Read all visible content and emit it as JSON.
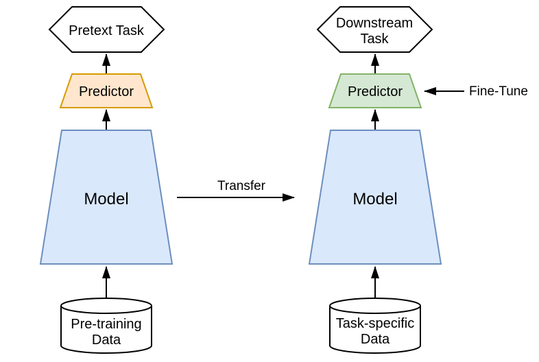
{
  "diagram": {
    "pretext_pipeline": {
      "task_label": "Pretext Task",
      "predictor_label": "Predictor",
      "model_label": "Model",
      "data_label_line1": "Pre-training",
      "data_label_line2": "Data"
    },
    "downstream_pipeline": {
      "task_label_line1": "Downstream",
      "task_label_line2": "Task",
      "predictor_label": "Predictor",
      "model_label": "Model",
      "data_label_line1": "Task-specific",
      "data_label_line2": "Data"
    },
    "edges": {
      "transfer_label": "Transfer",
      "fine_tune_label": "Fine-Tune"
    },
    "colors": {
      "background": "#ffffff",
      "shape_fill": "#ffffff",
      "outline": "#000000",
      "model_fill": "#dae8fc",
      "model_stroke": "#6c8ebf",
      "pretext_predictor_fill": "#ffe6cc",
      "pretext_predictor_stroke": "#d79b00",
      "downstream_predictor_fill": "#d5e8d4",
      "downstream_predictor_stroke": "#82b366"
    }
  }
}
